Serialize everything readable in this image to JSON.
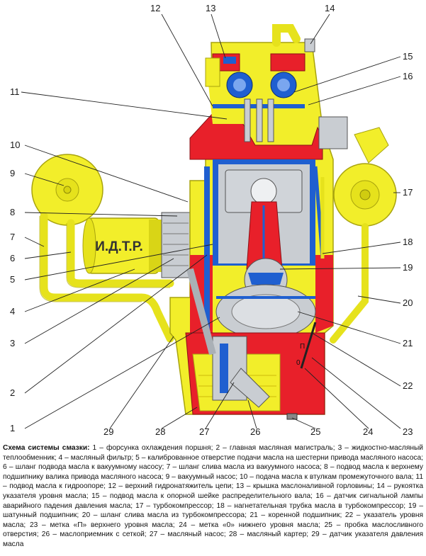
{
  "panel_label": "И.Д.Т.Р.",
  "caption": {
    "title": "Схема системы смазки:",
    "text": " 1 – форсунка охлаждения поршня; 2 – главная масляная магистраль; 3 – жидкостно-масляный теплообменник; 4 – масляный фильтр; 5 – калиброванное отверстие подачи масла на шестерни привода масляного насоса; 6 – шланг подвода масла к вакуумному насосу; 7 – шланг слива масла из вакуумного насоса; 8 – подвод масла к верхнему подшипнику валика привода масляного насоса; 9 – вакуумный насос; 10 – подача масла к втулкам промежуточного вала; 11 – подвод масла к гидроопоре; 12 – верхний гидронатяжитель цепи; 13 – крышка маслоналивной горловины; 14 – рукоятка указателя уровня масла; 15 – подвод масла к опорной шейке распределительного вала; 16 – датчик сигнальной лампы аварийного падения давления масла; 17 – турбокомпрессор; 18 – нагнетательная трубка масла в турбокомпрессор; 19 – шатунный подшипник; 20 – шланг слива масла из турбокомпрессора; 21 – коренной подшипник; 22 – указатель уровня масла; 23 – метка «П» верхнего уровня масла; 24 – метка «0» нижнего уровня масла; 25 – пробка маслосливного отверстия; 26 – маслоприемник с сеткой; 27 – масляный насос; 28 – масляный картер; 29 – датчик указателя давления масла"
  },
  "callouts": {
    "n1": "1",
    "n2": "2",
    "n3": "3",
    "n4": "4",
    "n5": "5",
    "n6": "6",
    "n7": "7",
    "n8": "8",
    "n9": "9",
    "n10": "10",
    "n11": "11",
    "n12": "12",
    "n13": "13",
    "n14": "14",
    "n15": "15",
    "n16": "16",
    "n17": "17",
    "n18": "18",
    "n19": "19",
    "n20": "20",
    "n21": "21",
    "n22": "22",
    "n23": "23",
    "n24": "24",
    "n25": "25",
    "n26": "26",
    "n27": "27",
    "n28": "28",
    "n29": "29"
  },
  "colors": {
    "yellow": "#f2ee2a",
    "yellow_dark": "#c9c410",
    "red": "#e8202a",
    "blue": "#1f5fd0",
    "gray": "#c9cdd2",
    "dark": "#333333"
  }
}
